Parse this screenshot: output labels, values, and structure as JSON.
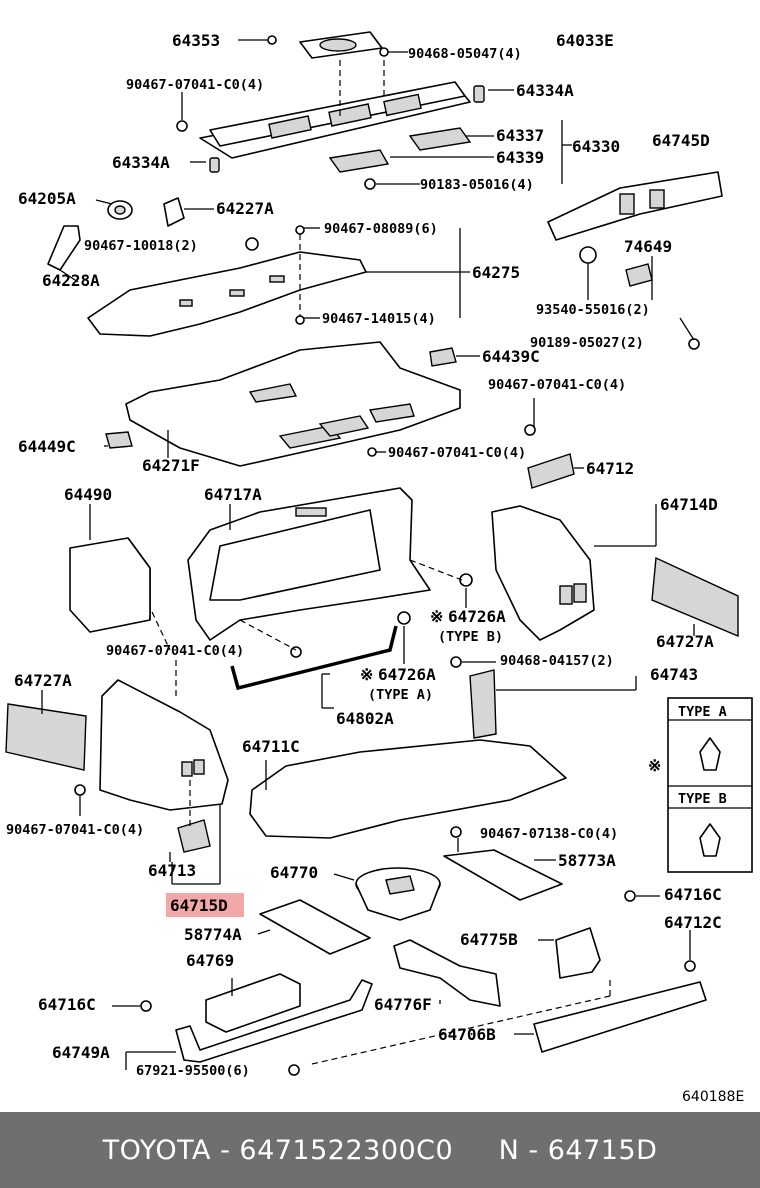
{
  "labels": {
    "p64353": "64353",
    "p64033E": "64033E",
    "p90468_05047": "90468-05047(4)",
    "p90467_07041_top": "90467-07041-C0(4)",
    "p64334A_top": "64334A",
    "p64337": "64337",
    "p64330": "64330",
    "p64334A_left": "64334A",
    "p64339": "64339",
    "p64745D": "64745D",
    "p90183_05016": "90183-05016(4)",
    "p64205A": "64205A",
    "p64227A": "64227A",
    "p90467_08089": "90467-08089(6)",
    "p90467_10018": "90467-10018(2)",
    "p74649": "74649",
    "p64275": "64275",
    "p64228A": "64228A",
    "p93540_55016": "93540-55016(2)",
    "p90467_14015": "90467-14015(4)",
    "p90189_05027": "90189-05027(2)",
    "p64439C": "64439C",
    "p90467_07041_mid": "90467-07041-C0(4)",
    "p64449C": "64449C",
    "p90467_07041_b": "90467-07041-C0(4)",
    "p64271F": "64271F",
    "p64712": "64712",
    "p64490": "64490",
    "p64717A": "64717A",
    "p64714D": "64714D",
    "p64726A_b": "64726A",
    "p_typeB_note": "(TYPE B)",
    "p64727A_right": "64727A",
    "p90467_07041_c": "90467-07041-C0(4)",
    "p90468_04157": "90468-04157(2)",
    "p64727A_left": "64727A",
    "p64726A_a": "64726A",
    "p64743": "64743",
    "p_typeA_note": "(TYPE A)",
    "p64802A": "64802A",
    "p64711C": "64711C",
    "p90467_07041_d": "90467-07041-C0(4)",
    "p90467_07138": "90467-07138-C0(4)",
    "p64713": "64713",
    "p58773A": "58773A",
    "p64770": "64770",
    "p64716C_right": "64716C",
    "p64715D": "64715D",
    "p58774A": "58774A",
    "p64712C": "64712C",
    "p64775B": "64775B",
    "p64769": "64769",
    "p64716C_left": "64716C",
    "p64776F": "64776F",
    "p64749A": "64749A",
    "p64706B": "64706B",
    "p67921_95500": "67921-95500(6)",
    "star1": "※",
    "star2": "※",
    "star3": "※"
  },
  "legend": {
    "type_a": "TYPE A",
    "type_b": "TYPE B",
    "star": "※"
  },
  "diagram_code": "640188E",
  "highlight_color": "#f2a7a9",
  "footer": {
    "text": "TOYOTA - 6471522300C0     N - 64715D",
    "bg_color": "#6f6f6f"
  }
}
